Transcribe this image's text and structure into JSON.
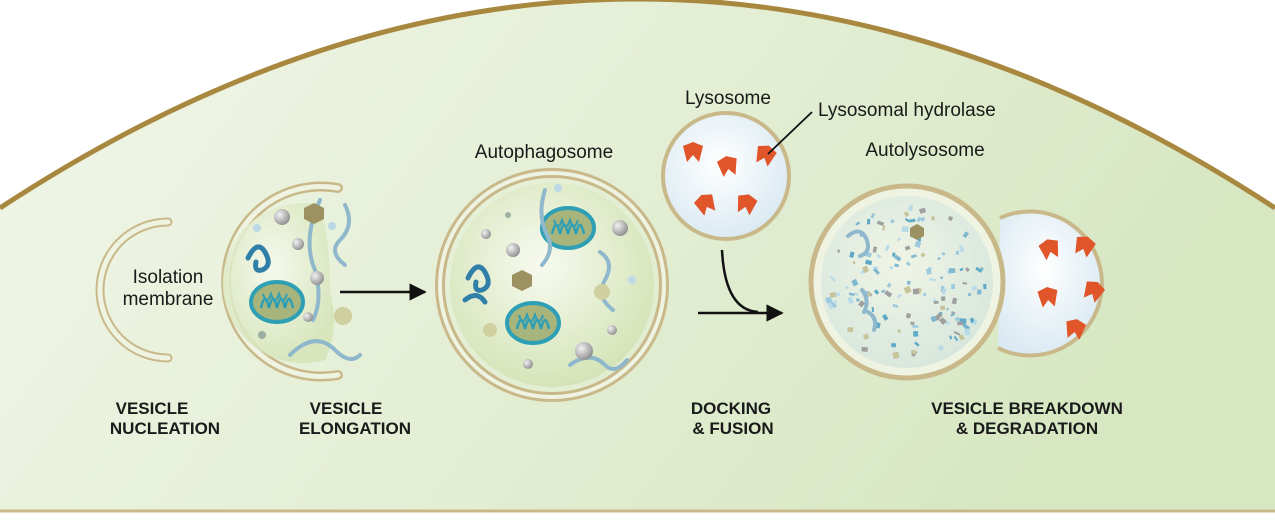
{
  "labels": {
    "isolation_line1": "Isolation",
    "isolation_line2": "membrane",
    "autophagosome": "Autophagosome",
    "lysosome": "Lysosome",
    "lysosomal_hydrolase": "Lysosomal hydrolase",
    "autolysosome": "Autolysosome"
  },
  "stages": {
    "nucleation_line1": "VESICLE",
    "nucleation_line2": "NUCLEATION",
    "elongation_line1": "VESICLE",
    "elongation_line2": "ELONGATION",
    "docking_line1": "DOCKING",
    "docking_line2": "& FUSION",
    "breakdown_line1": "VESICLE BREAKDOWN",
    "breakdown_line2": "& DEGRADATION"
  },
  "colors": {
    "cell_fill": "#e3eed2",
    "cell_edge": "#a8873f",
    "membrane": "#c9b98a",
    "vesicle_fill": "#dfe9c6",
    "mito_fill": "#9bb07a",
    "mito_edge": "#2f9fb6",
    "rna": "#4f90ad",
    "hydrolase": "#e0562a",
    "lysosome_fill": "#e8f2f6"
  }
}
